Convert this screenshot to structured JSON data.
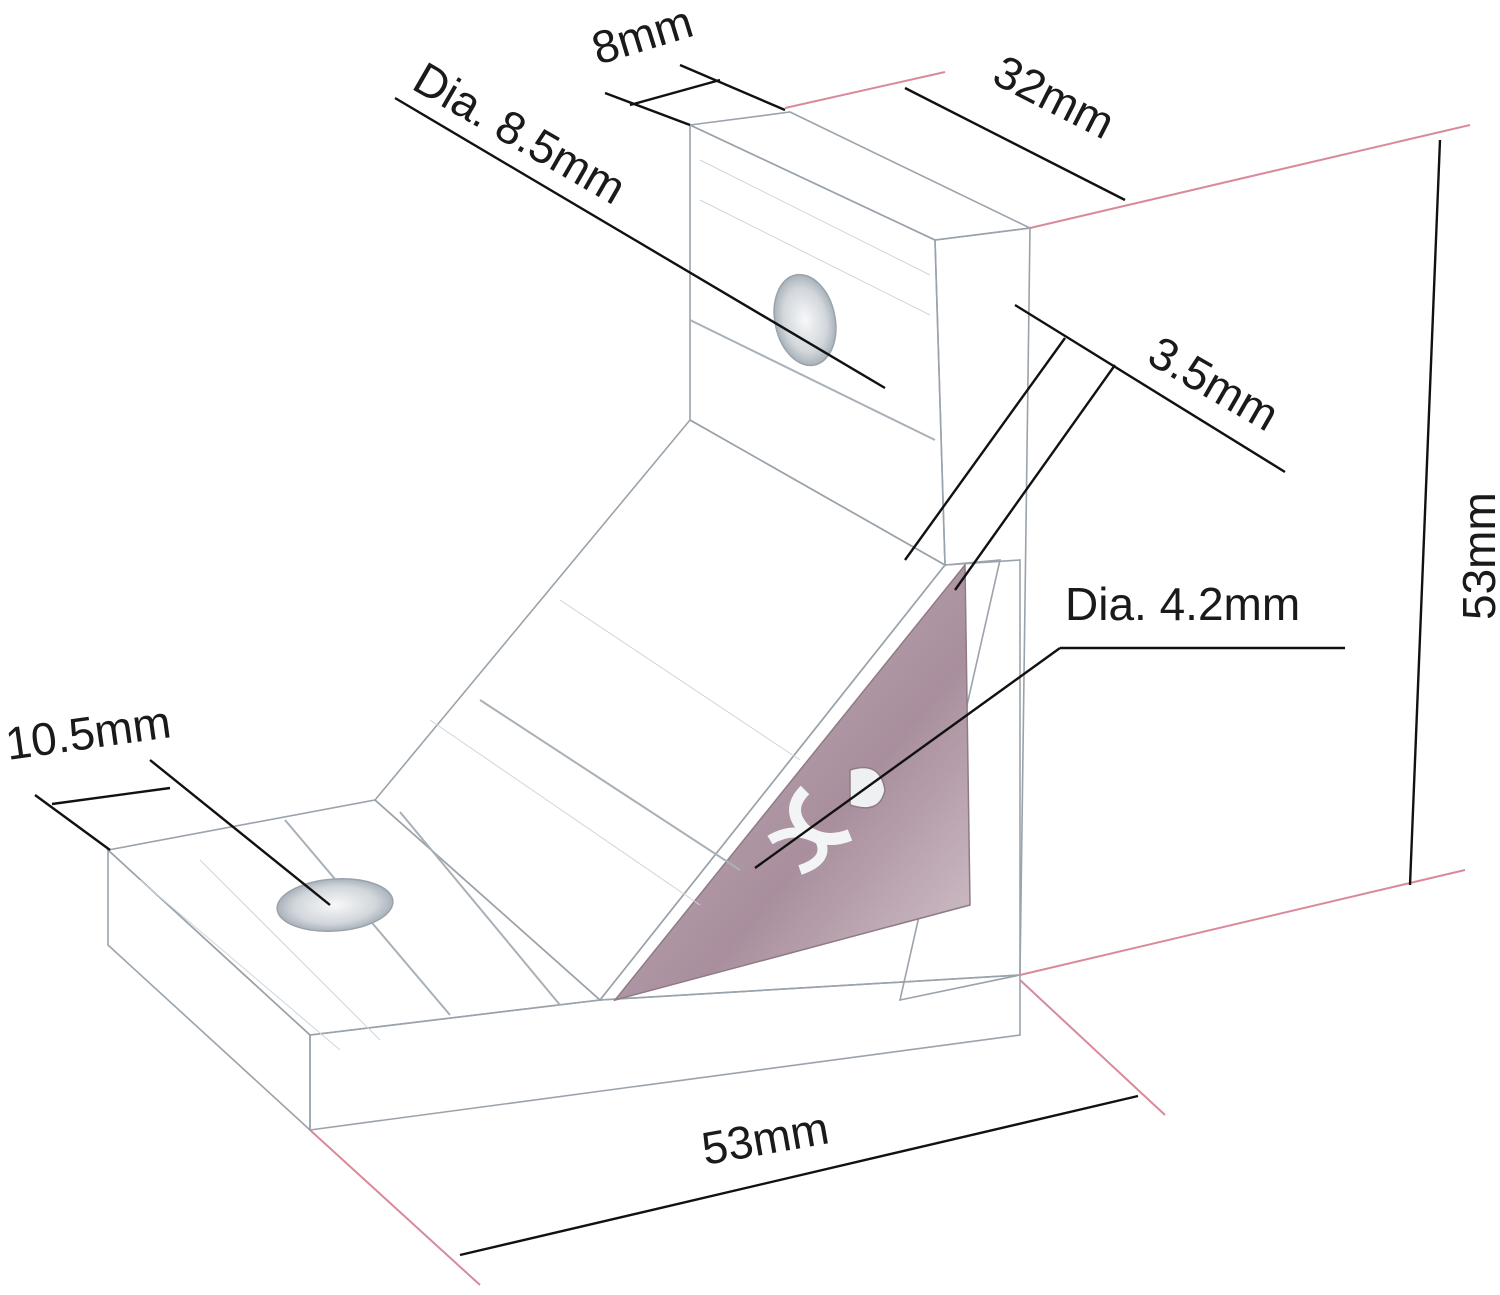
{
  "dimensions": {
    "slot_width": "8mm",
    "top_width": "32mm",
    "top_hole_diameter": "Dia. 8.5mm",
    "wall_thickness": "3.5mm",
    "height": "53mm",
    "side_hole_diameter": "Dia. 4.2mm",
    "bottom_hole_offset": "10.5mm",
    "base_length": "53mm"
  },
  "colors": {
    "metal_light": "#e9ecef",
    "metal_mid": "#d3d8dd",
    "metal_dark": "#b9c0c7",
    "cavity_pink": "#b79aa8",
    "extension_line": "#d98a9a",
    "dimension_line": "#111111"
  }
}
